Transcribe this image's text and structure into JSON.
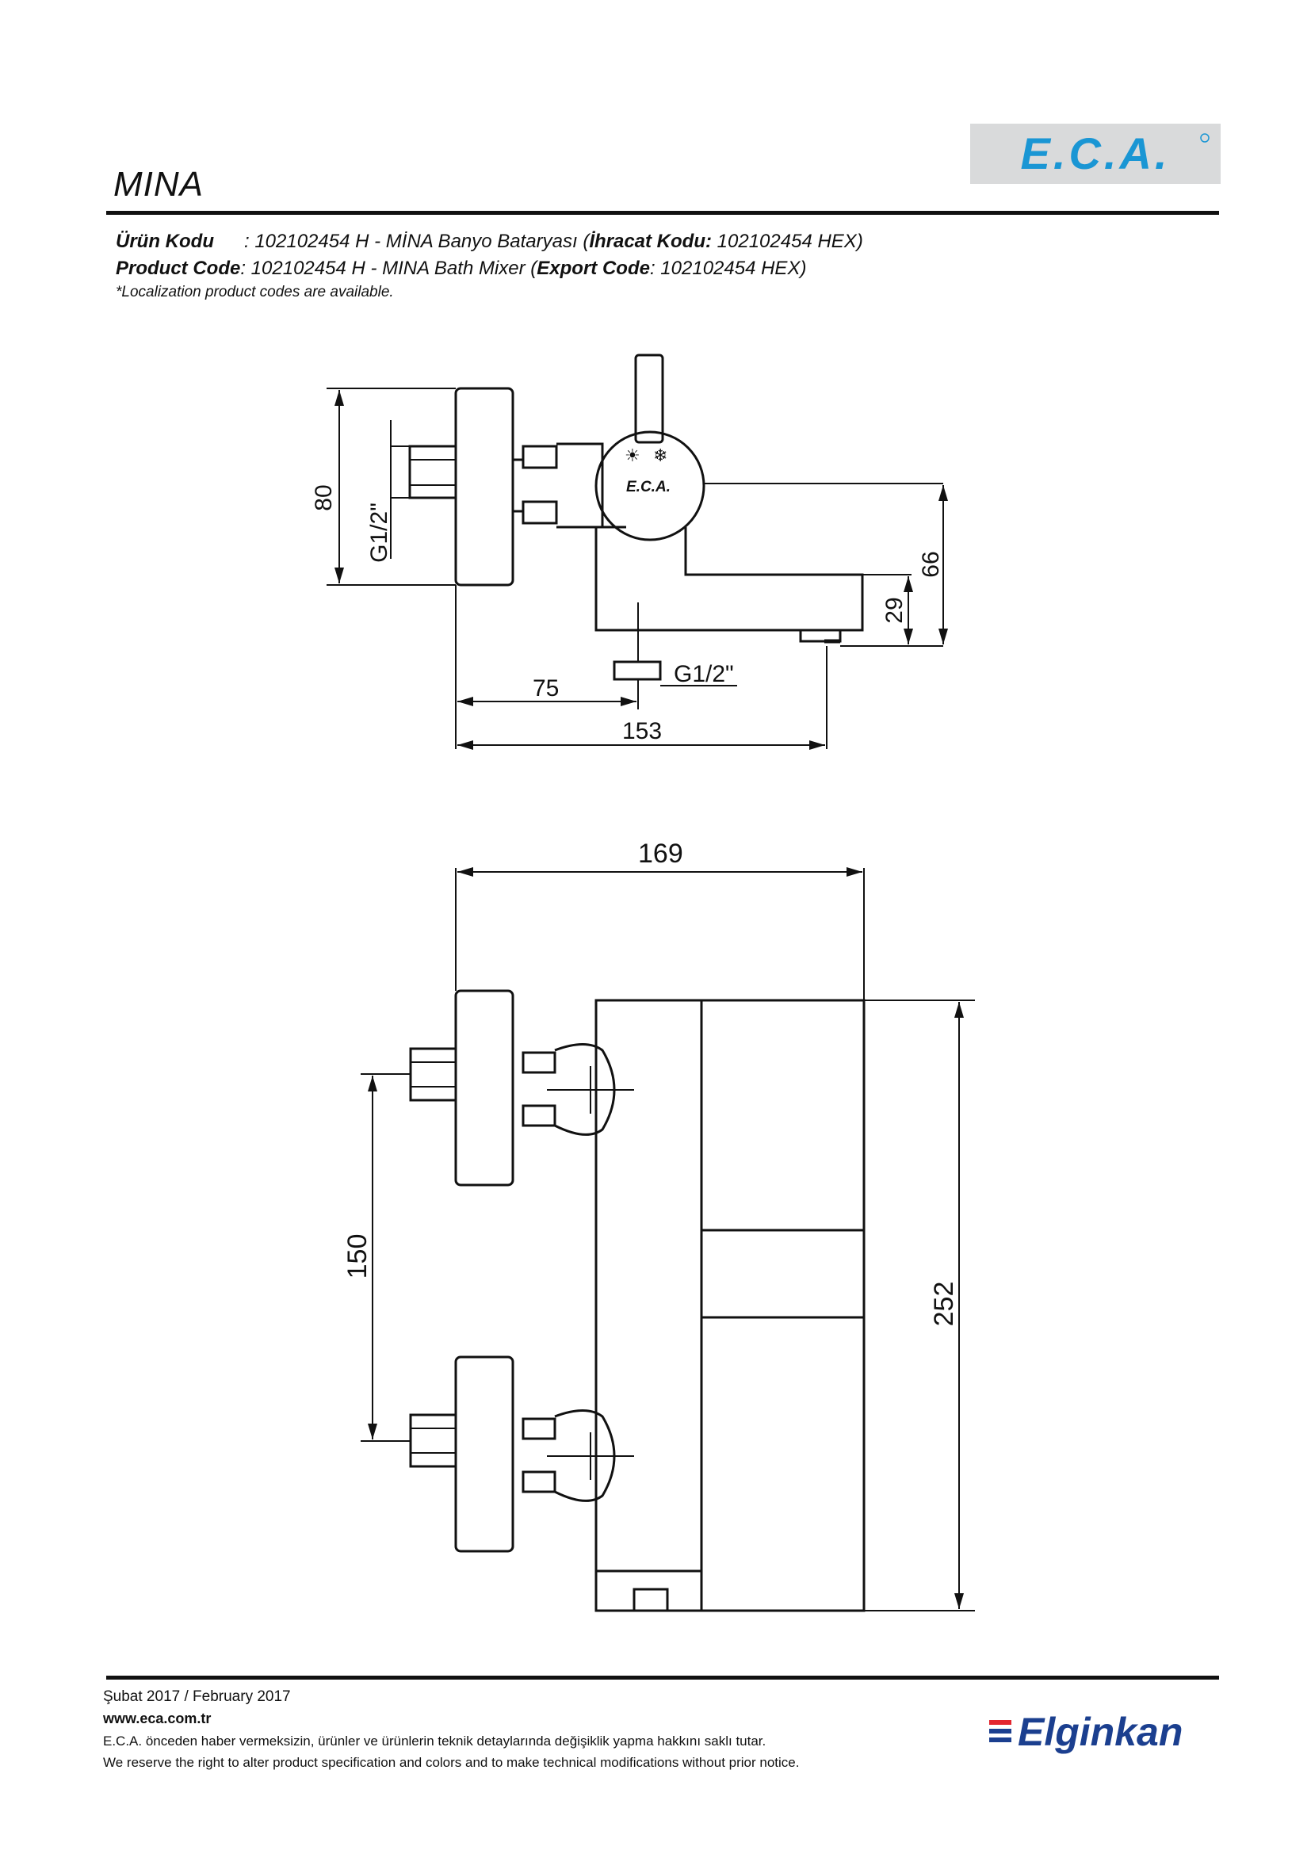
{
  "header": {
    "title": "MINA",
    "logo_text": "E.C.A."
  },
  "codes": {
    "tr_label": "Ürün Kodu",
    "tr_value": ": 102102454 H - MİNA Banyo Bataryası (",
    "tr_export_label": "İhracat Kodu:",
    "tr_export_value": " 102102454 HEX)",
    "en_label": "Product Code",
    "en_value": ": 102102454 H - MINA Bath Mixer (",
    "en_export_label": "Export Code",
    "en_export_value": ": 102102454 HEX)",
    "note": "*Localization product codes are available."
  },
  "drawing_top": {
    "dim_height": "80",
    "dim_thread_left": "G1/2\"",
    "dim_66": "66",
    "dim_29": "29",
    "dim_thread_bottom": "G1/2\"",
    "dim_75": "75",
    "dim_153": "153",
    "handle_logo": "E.C.A."
  },
  "drawing_front": {
    "dim_169": "169",
    "dim_150": "150",
    "dim_252": "252"
  },
  "footer": {
    "date": "Şubat 2017 / February 2017",
    "url": "www.eca.com.tr",
    "notice_tr": "E.C.A. önceden haber vermeksizin, ürünler ve ürünlerin teknik detaylarında değişiklik yapma hakkını saklı tutar.",
    "notice_en": "We reserve the right to alter product specification and colors and to make technical modifications without prior notice.",
    "brand": "Elginkan"
  },
  "colors": {
    "eca_blue": "#1a96d4",
    "logo_bg": "#d9dadb",
    "elginkan_blue": "#1b3f8f",
    "elginkan_red": "#e3262f"
  }
}
